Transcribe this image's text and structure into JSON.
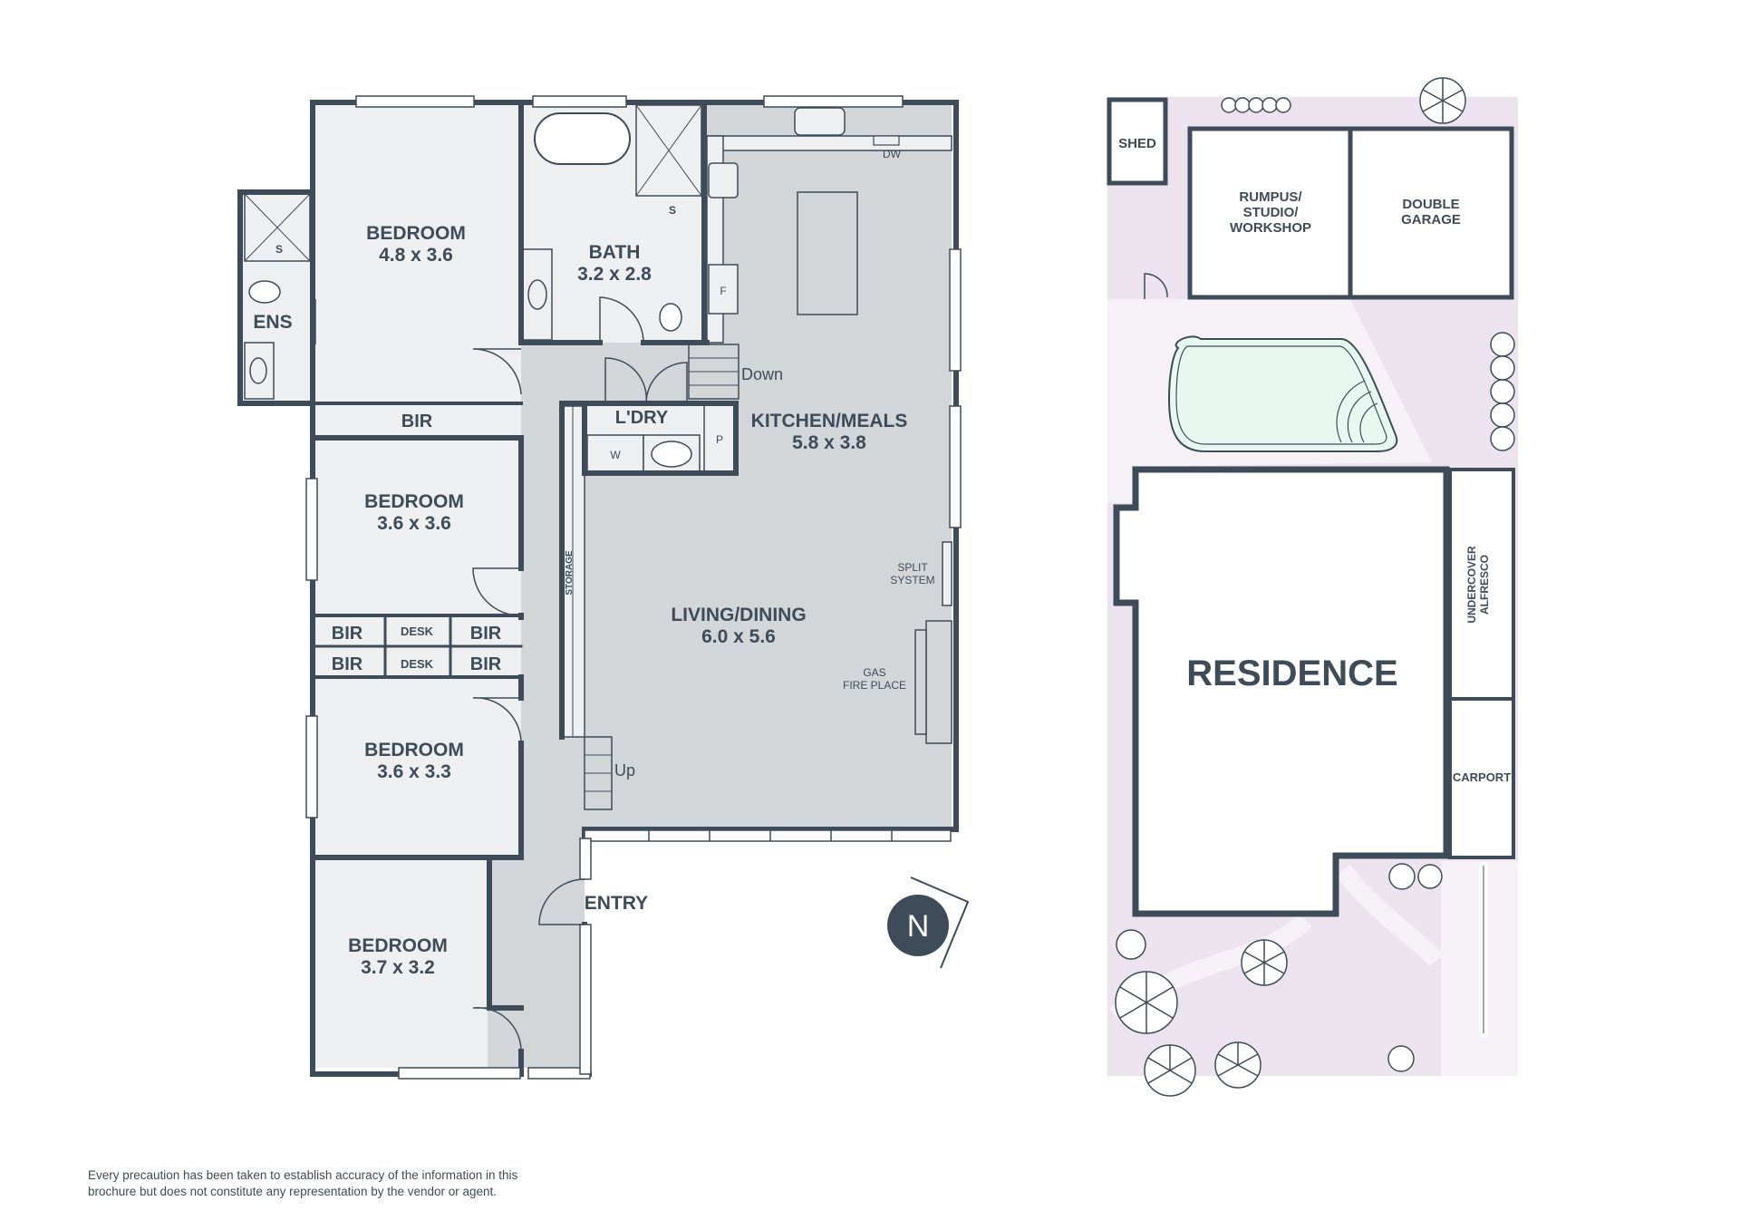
{
  "floorplan": {
    "rooms": {
      "bedroom1": {
        "name": "BEDROOM",
        "size": "4.8 x 3.6"
      },
      "bath": {
        "name": "BATH",
        "size": "3.2 x 2.8"
      },
      "ensuite": {
        "name": "ENS"
      },
      "bir1": "BIR",
      "bedroom2": {
        "name": "BEDROOM",
        "size": "3.6 x 3.6"
      },
      "bir_a": "BIR",
      "bir_b": "BIR",
      "bir_c": "BIR",
      "bir_d": "BIR",
      "desk_a": "DESK",
      "desk_b": "DESK",
      "bedroom3": {
        "name": "BEDROOM",
        "size": "3.6 x 3.3"
      },
      "bedroom4": {
        "name": "BEDROOM",
        "size": "3.7 x 3.2"
      },
      "laundry": "L'DRY",
      "kitchen": {
        "name": "KITCHEN/MEALS",
        "size": "5.8 x 3.8"
      },
      "living": {
        "name": "LIVING/DINING",
        "size": "6.0 x 5.6"
      },
      "entry": "ENTRY",
      "storage": "STORAGE"
    },
    "fixtures": {
      "shower_a": "S",
      "shower_b": "S",
      "dishwasher": "DW",
      "fridge": "F",
      "pantry": "P",
      "washer": "W",
      "split_system_1": "SPLIT",
      "split_system_2": "SYSTEM",
      "fireplace_1": "GAS",
      "fireplace_2": "FIRE PLACE"
    },
    "stairs": {
      "down": "Down",
      "up": "Up"
    },
    "compass": "N"
  },
  "siteplan": {
    "shed": "SHED",
    "rumpus_1": "RUMPUS/",
    "rumpus_2": "STUDIO/",
    "rumpus_3": "WORKSHOP",
    "garage_1": "DOUBLE",
    "garage_2": "GARAGE",
    "residence": "RESIDENCE",
    "alfresco_1": "UNDERCOVER",
    "alfresco_2": "ALFRESCO",
    "carport": "CARPORT"
  },
  "disclaimer": {
    "line1": "Every precaution has been taken to establish accuracy of the information in this",
    "line2": "brochure but does not constitute any representation by the vendor or agent."
  },
  "colors": {
    "wall": "#3e4c59",
    "room_fill": "#eeeff1",
    "living_fill": "#d3d6d9",
    "garden": "#ede3ef",
    "path": "#f6f0f7",
    "pool": "#e6f8ef"
  }
}
